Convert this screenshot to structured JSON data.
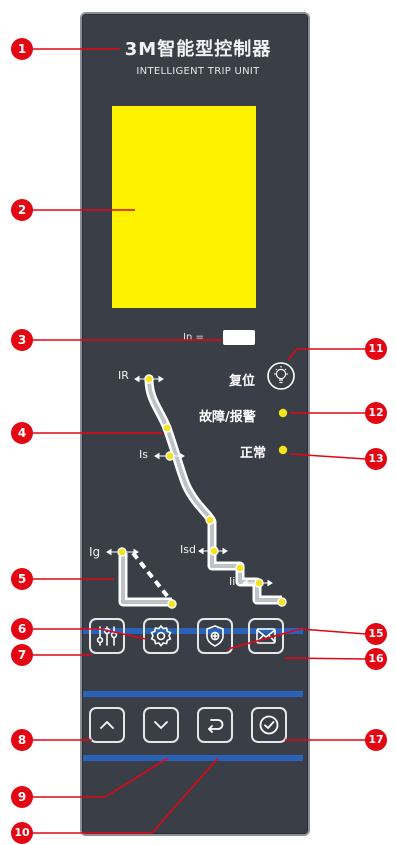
{
  "panel": {
    "title": "3M智能型控制器",
    "subtitle": "INTELLIGENT TRIP UNIT",
    "in_label": "In ="
  },
  "curve_labels": {
    "ir": "IR",
    "is": "Is",
    "isd": "Isd",
    "ii": "Ii",
    "ig": "Ig"
  },
  "indicators": {
    "reset": "复位",
    "fault": "故障/报警",
    "normal": "正常"
  },
  "buttons": {
    "row1": [
      "settings-sliders-icon",
      "gear-icon",
      "shield-plus-icon",
      "envelope-icon"
    ],
    "row2": [
      "chevron-up-icon",
      "chevron-down-icon",
      "return-icon",
      "check-circle-icon"
    ]
  },
  "callouts": [
    "1",
    "2",
    "3",
    "4",
    "5",
    "6",
    "7",
    "8",
    "9",
    "10",
    "11",
    "12",
    "13",
    "15",
    "16",
    "17"
  ],
  "colors": {
    "panel": "#3a3f47",
    "lcd": "#fff200",
    "callout": "#e30613",
    "stripe": "#2a62b8",
    "dot": "#f5e31b"
  }
}
